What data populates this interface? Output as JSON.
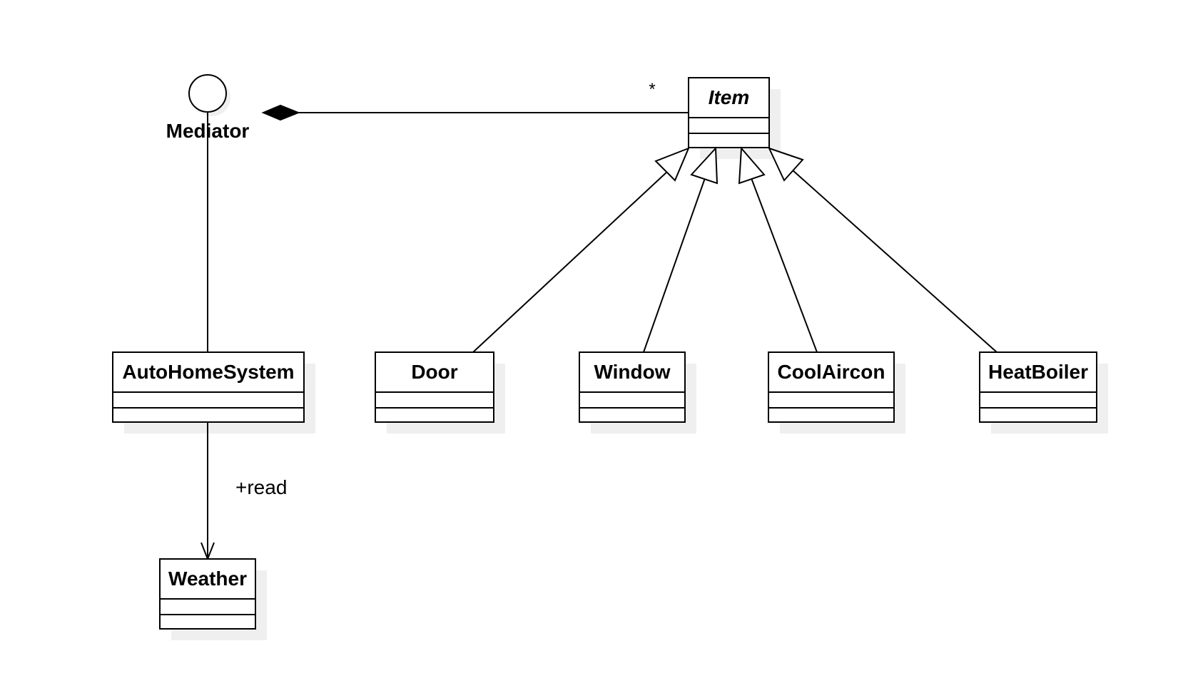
{
  "interface": {
    "name": "Mediator"
  },
  "classes": {
    "item": {
      "name": "Item",
      "abstract": true
    },
    "auto_home_system": {
      "name": "AutoHomeSystem"
    },
    "door": {
      "name": "Door"
    },
    "window": {
      "name": "Window"
    },
    "cool_aircon": {
      "name": "CoolAircon"
    },
    "heat_boiler": {
      "name": "HeatBoiler"
    },
    "weather": {
      "name": "Weather"
    }
  },
  "relationships": {
    "composition": {
      "from": "Mediator",
      "to": "Item",
      "multiplicity": "*"
    },
    "association": {
      "from": "AutoHomeSystem",
      "to": "Weather",
      "role": "+read"
    },
    "realization": {
      "from": "AutoHomeSystem",
      "to": "Mediator"
    },
    "generalizations": [
      {
        "from": "Door",
        "to": "Item"
      },
      {
        "from": "Window",
        "to": "Item"
      },
      {
        "from": "CoolAircon",
        "to": "Item"
      },
      {
        "from": "HeatBoiler",
        "to": "Item"
      }
    ]
  }
}
